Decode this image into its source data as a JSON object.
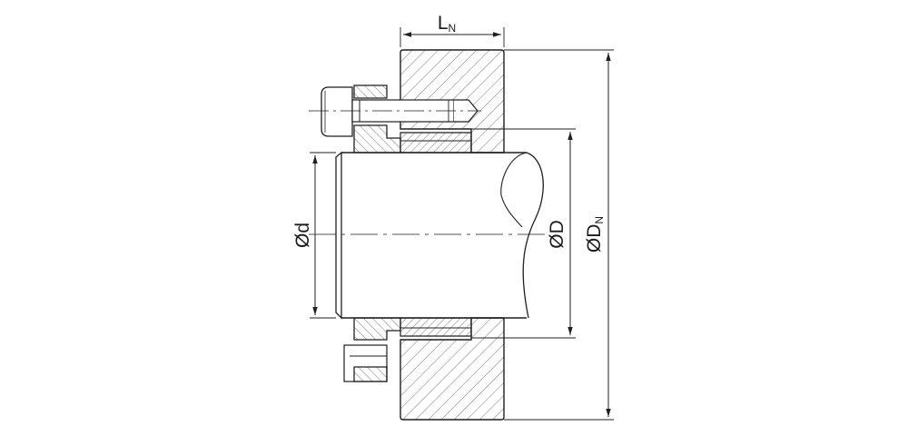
{
  "dimensions": {
    "hub_length": {
      "main": "L",
      "sub": "N"
    },
    "bore_diameter": {
      "main": "Ød",
      "sub": ""
    },
    "shaft_diameter": {
      "main": "ØD",
      "sub": ""
    },
    "hub_diameter": {
      "main": "ØD",
      "sub": "N"
    }
  },
  "colors": {
    "line": "#1f1f1f",
    "hatch": "#6a6a6a",
    "paper": "#ffffff"
  }
}
